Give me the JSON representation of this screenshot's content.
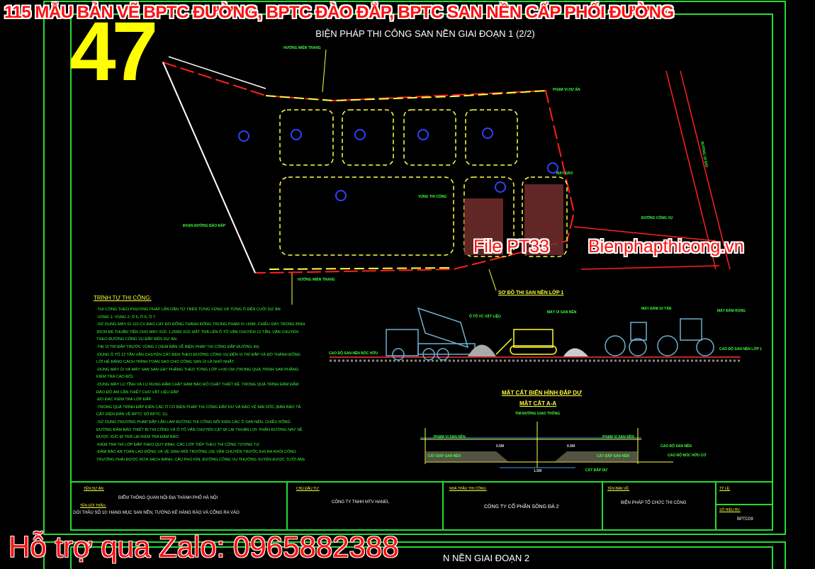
{
  "overlay": {
    "top_title": "115 MẪU BẢN VẼ BPTC ĐƯỜNG, BPTC ĐÀO ĐẮP, BPTC SAN NỀN CẤP PHỐI ĐƯỜNG",
    "number": "47",
    "file_label": "File PT33",
    "site_label": "Bienphapthicong.vn",
    "zalo": "Hỗ trợ qua Zalo: 0965882388"
  },
  "drawing": {
    "title": "BIỆN PHÁP THI CÔNG SAN NỀN GIAI ĐOẠN 1 (2/2)",
    "next_sheet_title": "N NỀN GIAI ĐOẠN 2",
    "plan_labels": {
      "top_note": "HƯỚNG MIỀN TRANG",
      "left_note": "ĐOẠN ĐƯỜNG ĐÀO ĐẮP",
      "bottom_note": "HƯỚNG MIỀN TRANG",
      "right_note": "PHẠM VI DỰ ÁN",
      "road_label": "ĐƯỜNG 10 ĐỐI",
      "service_road": "ĐƯỜNG CÔNG VỤ",
      "zone_label": "VÙNG THI CÔNG",
      "machine_label": "MÁY ĐÀO"
    },
    "colors": {
      "frame": "#22dd33",
      "boundary": "#ff2020",
      "grid": "#ffff40",
      "marker": "#2030ff",
      "text": "#3cff3c"
    }
  },
  "steps": {
    "title": "TRÌNH TỰ THI CÔNG:",
    "lines": [
      "-THI CÔNG THEO PHƯƠNG PHÁP LẤN DẦN TỪ TRÊN TỪNG VÙNG VÀ TỪNG Ô ĐẾN CUỐI DỰ ÁN",
      "-VÙNG 1: VÙNG 2; Ô 5, Ô 6, Ô 7",
      "-SỬ DỤNG MÁY ỦI 110 CV ĐÀO CÁT ĐỔ ĐỐNG THÀNH ĐỐNG TRONG PHẠM VI <50M, CHIỀU DÀY TRONG BÌNH",
      "30CM ĐỂ THUẬN TIỆN CHO MÁY XÚC 1,25M3 XÚC ĐẤT TRẢ LÊN Ô TÔ VẬN CHUYỂN 12 TẤN, VẬN CHUYỂN",
      "THEO ĐƯỜNG CÔNG VỤ ĐẮP ĐẾN DỰ ÁN.",
      "-TẠI VỊ TRÍ ĐẮP TRƯỚC VÙNG 1 (XEM BẢN VẼ BIỆN PHÁP THI CÔNG ĐẮP ĐƯỜNG 40)",
      "-DÙNG Ô TÔ 12 TẤN VẬN CHUYỂN CÁT ĐEN THEO ĐƯỜNG CÔNG VỤ ĐẾN VỊ TRÍ ĐẮP VÀ ĐỔ THÀNH ĐỐNG",
      "LỚI HỆ ĐÀNG CÁCH TRÌNH TOÀN SAO CHO CÔNG SAN ỦI LÀ NHỎ NHẤT.",
      "-DÙNG MÁY ỦI VÀ MÁY SAN SAN GẠT PHẲNG THEO TỪNG LỚP <=30 CM (TRONG QUÁ TRÌNH SAN PHẲNG",
      "KIỂM TRA CAO ĐỘ).",
      "-DÙNG MÁY LU TĨNH VÀ LU RUNG ĐẦM CHẶT ĐẢM BẢO ĐỘ CHẶT THIẾT KẾ, TRONG QUÁ TRÌNH ĐẦM ĐẦM",
      "ĐẢO ĐỘ ẨM CẦN THIẾT CHO VẬT LIỆU ĐẮP",
      "-ĐO ĐẠC KIỂM TRA LỚP ĐẮP",
      "-TRONG QUÁ TRÌNH ĐẮP KIÊN CÁC Ô CÓ BIỆN PHÁP THI CÔNG ĐẮP DƯ VÀ BẢO VỆ MÁI DỐC (BẢN BẢO TẢ",
      "CẮT DIỆN ĐẢN VỀ BPTC SỐ BPTC 11)",
      "-SỬ DỤNG PHƯƠNG PHÁP ĐẮP LẤN LÀM ĐƯỜNG THI CÔNG NỐI KIỂN CÁC Ô SAN NỀN. CHIỀU RỘNG",
      "ĐƯỜNG ĐẢM BẢO THIẾT BỊ THI CÔNG VÀ Ô TÔ VẬN CHUYỂN CÁT ĐI LẠI THUẬN LỢI. PHẦN ĐƯỜNG NÀY SẼ",
      "ĐƯỢC XÚC ĐI TRẢ LẠI KIỂM TRA ĐẢM BẢO.",
      "-KIỂM TRA THÍ LỚP ĐẮP THEO QUY ĐỊNH. CÁC LỚP TIẾP THEO THI CÔNG TƯƠNG TỰ",
      "-ĐẢM BẢO AN TOÀN LAO ĐỘNG VÀ VỆ SINH MÔI TRƯỜNG (XE VẬN CHUYỂN TRƯỚC KHI RA KHỎI CÔNG",
      "TRƯỜNG PHẢI ĐƯỢC RỬA SẠCH BÁNH, CÂU PHỦ KÍN, ĐƯỜNG CÔNG VỤ THƯỜNG XUYÊN ĐƯỢC TƯỚI ẨM)"
    ]
  },
  "layer_diagram": {
    "title": "SƠ ĐỒ THI SAN NỀN LỚP 1",
    "labels": [
      "Ô TÔ VC VẬT LIỆU",
      "MÁY ỦI SAN NỀN",
      "MÁY ĐẦM 10 TẤN",
      "MÁY ĐẦM RUNG"
    ],
    "left_level": "CAO ĐỘ SAN NỀN BÓC HỮU",
    "right_level": "CAO ĐỘ SAN NỀN LỚP 1"
  },
  "section": {
    "title": "MẶT CẮT BIỂN HÌNH ĐẮP DƯ",
    "subtitle": "MẶT CẮT A-A",
    "center_label": "TIM ĐƯỜNG GIAO THÔNG",
    "left_range": "PHẠM VI SAN NỀN",
    "right_range": "PHẠM VI SAN NỀN",
    "left_fill": "CÁT ĐẮP SAN NỀN",
    "right_fill": "CÁT ĐẮP SAN NỀN",
    "excess_fill": "CÁT ĐẮP DƯ",
    "level_top": "CAO ĐỘ SAN NỀN",
    "level_bottom": "CAO ĐỘ BÓC HỮU CƠ",
    "dim_left": "0.5M",
    "dim_right": "0.5M",
    "dim_bottom": "1.5M"
  },
  "title_block": {
    "project_label": "TÊN DỰ ÁN:",
    "project": "ĐIỂM THÔNG QUAN NỘI ĐỊA THÀNH PHỐ HÀ NỘI",
    "package_label": "TÊN GÓI THẦU:",
    "package": "GÓI THẦU SỐ 10: HẠNG MỤC SAN NỀN, TƯỜNG KÈ HÀNG RÀO VÀ CỔNG RA VÀO",
    "owner_label": "CHỦ ĐẦU TƯ:",
    "owner": "CÔNG TY TNHH MTV HANEL",
    "contractor_label": "NHÀ THẦU THI CÔNG:",
    "contractor": "CÔNG TY CỔ PHẦN SÔNG ĐÀ 2",
    "drawing_label": "TÊN BẢN VẼ:",
    "drawing": "BIỆN PHÁP TỔ CHỨC THI CÔNG",
    "scale_label": "TỶ LỆ:",
    "number_label": "SỐ HIỆU BV:",
    "number": "BPTC09"
  }
}
